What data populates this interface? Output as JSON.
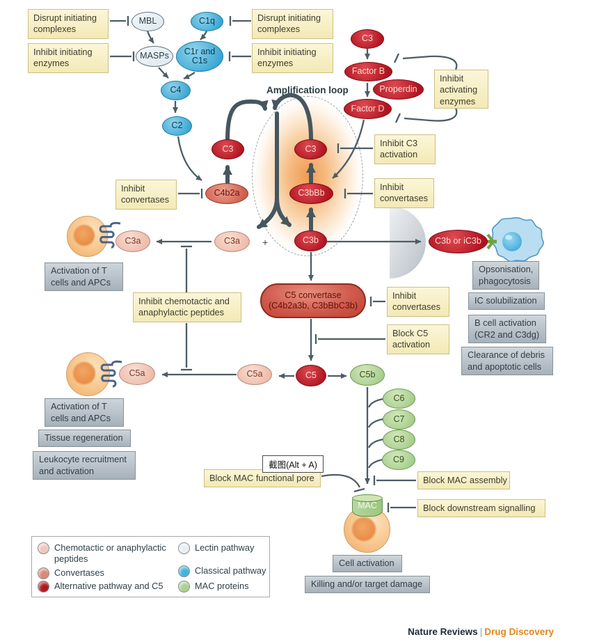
{
  "labels": {
    "amploop": "Amplification loop",
    "plus": "+"
  },
  "tooltip": {
    "text": "截图(Alt + A)"
  },
  "boxes": {
    "dl": "Disrupt initiating complexes",
    "iel": "Inhibit initiating enzymes",
    "dr": "Disrupt initiating complexes",
    "ier": "Inhibit initiating enzymes",
    "iae": "Inhibit activating enzymes",
    "ic3": "Inhibit C3 activation",
    "icvR": "Inhibit convertases",
    "icvL": "Inhibit convertases",
    "icvC5": "Inhibit convertases",
    "bc5": "Block C5 activation",
    "ichemo": "Inhibit chemotactic and anaphylactic peptides",
    "bpore": "Block MAC functional pore",
    "bassembly": "Block MAC assembly",
    "bdownstream": "Block downstream signalling"
  },
  "nodes": {
    "mbl": "MBL",
    "masps": "MASPs",
    "c1q": "C1q",
    "c1rs": "C1r and C1s",
    "c4": "C4",
    "c2": "C2",
    "c3t": "C3",
    "fb": "Factor B",
    "prop": "Properdin",
    "fd": "Factor D",
    "c3l": "C3",
    "c3loop": "C3",
    "c4b2a": "C4b2a",
    "c3bbb": "C3bBb",
    "c3b": "C3b",
    "c3a": "C3a",
    "c5a": "C5a",
    "c5": "C5",
    "c5b": "C5b",
    "c6": "C6",
    "c7": "C7",
    "c8": "C8",
    "c9": "C9",
    "c3bic3b": "C3b or iC3b",
    "mac": "MAC",
    "c5conv1": "C5 convertase",
    "c5conv2": "(C4b2a3b, C3bBbC3b)"
  },
  "outcomes": {
    "act1": "Activation of T cells and APCs",
    "opson": "Opsonisation, phagocytosis",
    "ic": "IC solubilization",
    "bcell": "B cell activation (CR2 and C3dg)",
    "clear": "Clearance of debris and apoptotic cells",
    "act2": "Activation of T cells and APCs",
    "tissue": "Tissue regeneration",
    "leuko": "Leukocyte recruitment and activation",
    "cellact": "Cell activation",
    "kill": "Killing and/or target damage"
  },
  "legend": {
    "items": [
      {
        "label": "Chemotactic or anaphylactic peptides",
        "color": "#eec9bd"
      },
      {
        "label": "Convertases",
        "color": "#d9897b"
      },
      {
        "label": "Alternative pathway and C5",
        "color": "#b2191f"
      },
      {
        "label": "Lectin pathway",
        "color": "#e9f0f5"
      },
      {
        "label": "Classical pathway",
        "color": "#45b3e0"
      },
      {
        "label": "MAC proteins",
        "color": "#abd292"
      }
    ]
  },
  "footer": {
    "brand": "Nature Reviews",
    "sep": "|",
    "journal": "Drug Discovery"
  },
  "colors": {
    "arrow": "#4d5d66",
    "thick_arrow": "#46565f",
    "yellow_box": "#f7efc7",
    "grey_box": "#b9c2ca",
    "classical_blue": "#45b3e0",
    "lectin": "#e9f0f5",
    "alternative_red": "#b2191f",
    "convertase": "#d9897b",
    "chemotactic_pink": "#eec9bd",
    "mac_green": "#abd292",
    "halo_orange": "#f09b52",
    "journal_orange": "#e2861a"
  }
}
